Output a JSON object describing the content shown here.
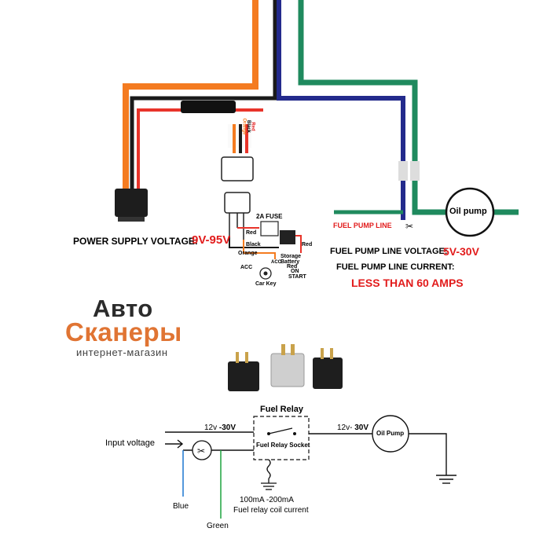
{
  "logo": {
    "line1": "Авто",
    "line2": "Сканеры",
    "line3": "интернет-магазин"
  },
  "top_diagram": {
    "power_supply_label": "POWER SUPPLY VOLTAGE:",
    "power_supply_value": "9V-95V",
    "wires_top": [
      "Red",
      "Black",
      "Orange"
    ],
    "fuse_label": "2A FUSE",
    "wire_red": "Red",
    "wire_black": "Black",
    "wire_orange": "Orange",
    "wire_red_right": "Red",
    "storage_battery": "Storage Battery",
    "acc": "ACC",
    "acc2": "ACC",
    "on": "ON",
    "start": "START",
    "red_small": "Red",
    "car_key": "Car Key",
    "fuel_pump_line": "FUEL PUMP LINE",
    "oil_pump": "Oil pump",
    "fp_voltage_label": "FUEL PUMP LINE VOLTAGE:",
    "fp_voltage_value": "5V-30V",
    "fp_current_label": "FUEL PUMP LINE CURRENT:",
    "fp_current_value": "LESS THAN 60 AMPS"
  },
  "bottom_diagram": {
    "fuel_relay_title": "Fuel Relay",
    "fuel_relay_socket": "Fuel Relay Socket",
    "input_voltage": "Input voltage",
    "v_left_prefix": "12v ",
    "v_left_value": "-30V",
    "v_right_prefix": "12v- ",
    "v_right_value": "30V",
    "oil_pump": "Oil Pump",
    "blue": "Blue",
    "green": "Green",
    "coil_current_1": "100mA -200mA",
    "coil_current_2": "Fuel relay coil current"
  },
  "colors": {
    "orange_wire": "#f47b20",
    "black_wire": "#1a1a1a",
    "red_wire": "#e8342a",
    "blue_wire": "#232a8c",
    "green_wire": "#1f8a5e",
    "logo_orange": "#e07433",
    "accent_red": "#e21c1c"
  }
}
